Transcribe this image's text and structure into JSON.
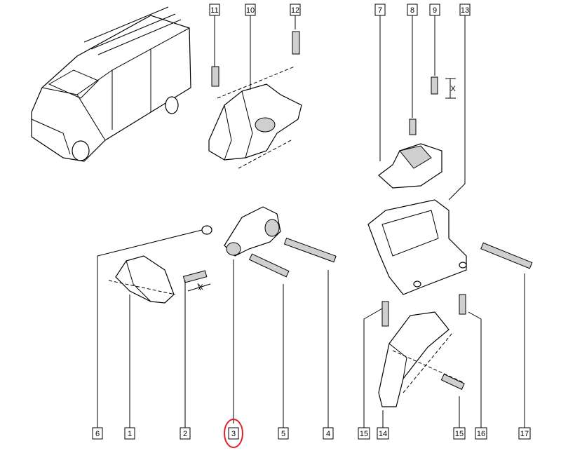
{
  "diagram": {
    "top_labels": [
      "11",
      "10",
      "12",
      "7",
      "8",
      "9",
      "13"
    ],
    "bottom_labels": [
      "6",
      "1",
      "2",
      "3",
      "5",
      "4",
      "15",
      "14",
      "15",
      "16",
      "17"
    ],
    "highlighted_label": "3",
    "dimension_marker": "X",
    "highlight_color": "#e0202a"
  }
}
